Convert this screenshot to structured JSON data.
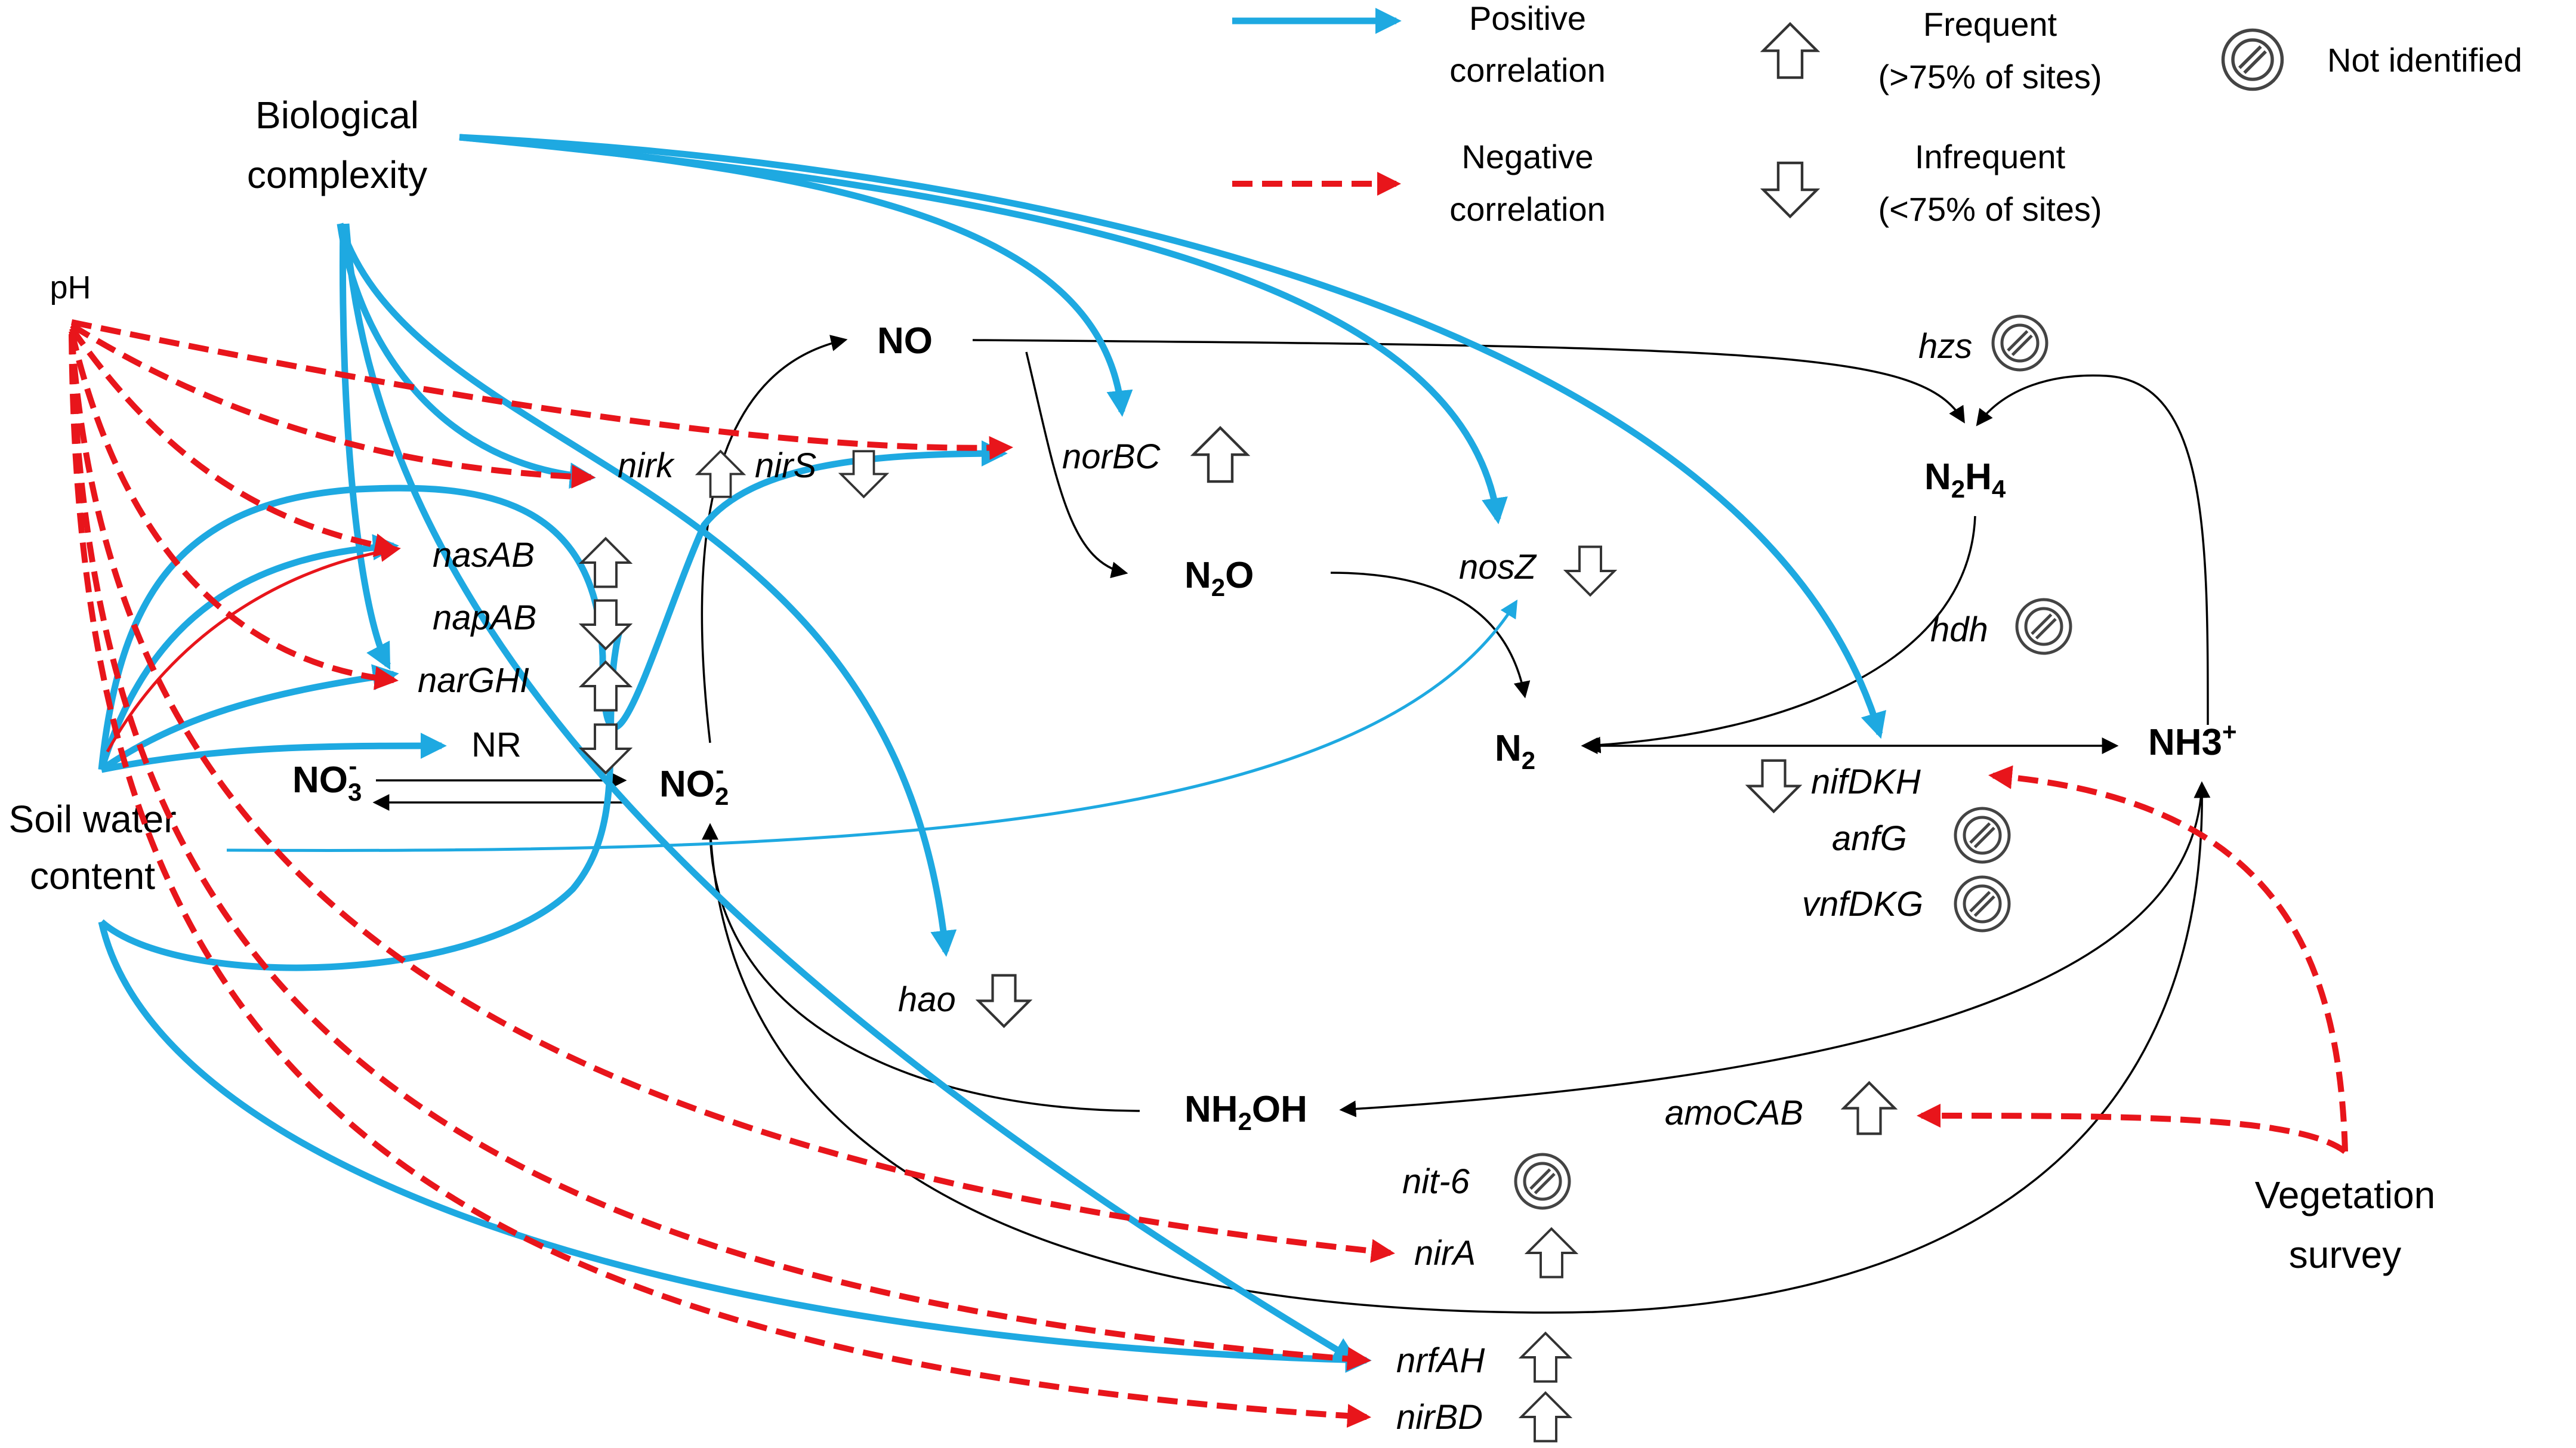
{
  "legend": {
    "positive": [
      "Positive",
      "correlation"
    ],
    "negative": [
      "Negative",
      "correlation"
    ],
    "frequent": [
      "Frequent",
      "(>75% of sites)"
    ],
    "infrequent": [
      "Infrequent",
      "(<75% of sites)"
    ],
    "not_identified": "Not identified"
  },
  "drivers": {
    "biological_complexity": [
      "Biological",
      "complexity"
    ],
    "ph": "pH",
    "soil_water_content": [
      "Soil water",
      "content"
    ],
    "vegetation_survey": [
      "Vegetation",
      "survey"
    ]
  },
  "compounds": {
    "no": "NO",
    "n2o": {
      "main": "N",
      "sub": "2",
      "tail": "O"
    },
    "n2": {
      "main": "N",
      "sub": "2"
    },
    "n2h4": {
      "a": "N",
      "b": "2",
      "c": "H",
      "d": "4"
    },
    "nh3": {
      "main": "NH3",
      "sup": "+"
    },
    "no3": {
      "main": "NO",
      "sub": "3",
      "sup": "-"
    },
    "no2": {
      "main": "NO",
      "sub": "2",
      "sup": "-"
    },
    "nh2oh": {
      "a": "NH",
      "b": "2",
      "c": "OH"
    }
  },
  "genes": {
    "nirk": "nirk",
    "nirS": "nirS",
    "norBC": "norBC",
    "nasAB": "nasAB",
    "napAB": "napAB",
    "narGHI": "narGHI",
    "nr": "NR",
    "nosZ": "nosZ",
    "hzs": "hzs",
    "hdh": "hdh",
    "nifDKH": "nifDKH",
    "anfG": "anfG",
    "vnfDKG": "vnfDKG",
    "hao": "hao",
    "amoCAB": "amoCAB",
    "nit6": "nit-6",
    "nirA": "nirA",
    "nrfAH": "nrfAH",
    "nirBD": "nirBD"
  },
  "colors": {
    "positive": "#1ea9e1",
    "negative": "#e8151b",
    "reaction": "#000000"
  }
}
